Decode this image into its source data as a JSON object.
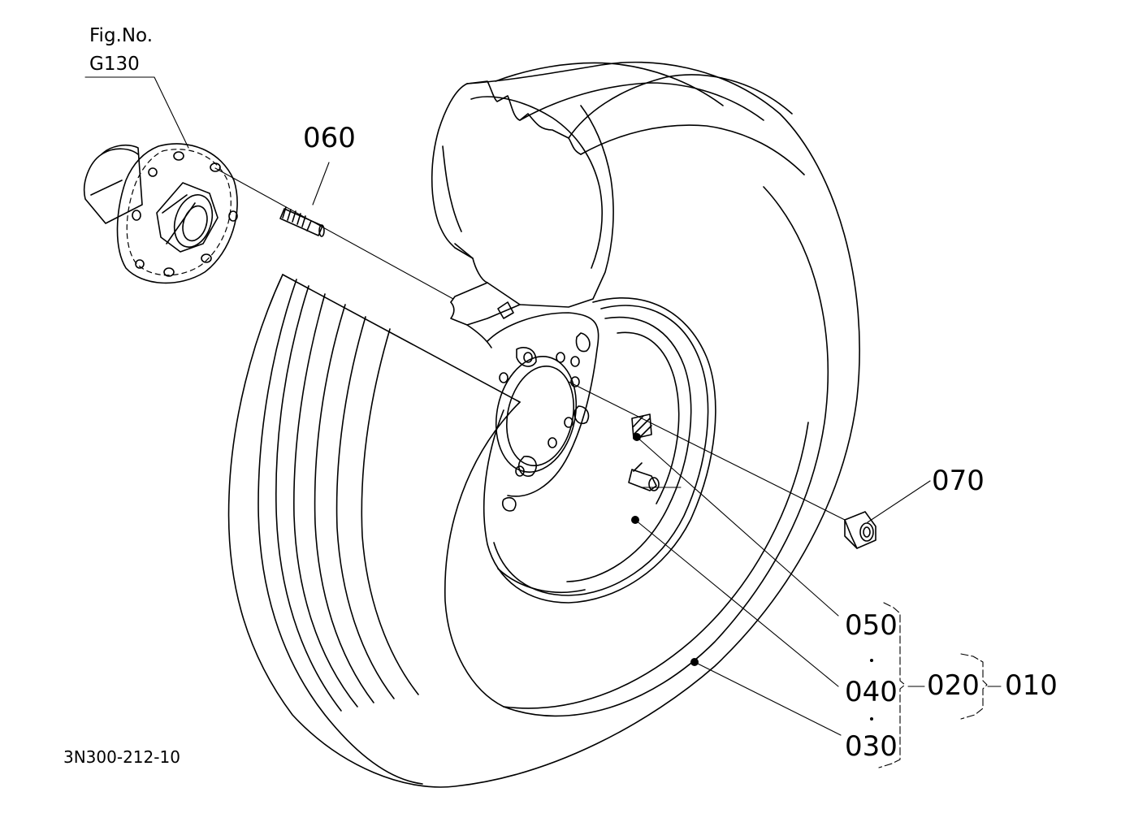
{
  "figure_ref": {
    "line1": "Fig.No.",
    "line2": "G130"
  },
  "drawing_code": "3N300-212-10",
  "parts": {
    "p060": "060",
    "p070": "070",
    "p050": "050",
    "p040": "040",
    "p030": "030",
    "p020": "020",
    "p010": "010"
  },
  "colors": {
    "line": "#000000",
    "background": "#ffffff"
  }
}
